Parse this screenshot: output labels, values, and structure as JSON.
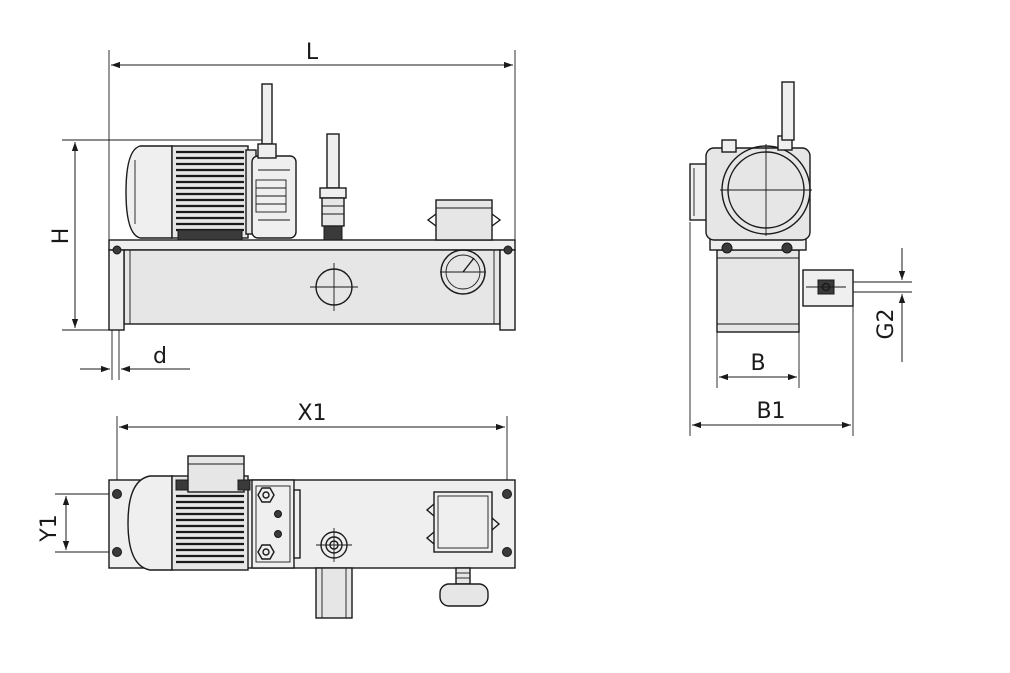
{
  "labels": {
    "L": "L",
    "H": "H",
    "d": "d",
    "X1": "X1",
    "Y1": "Y1",
    "B": "B",
    "B1": "B1",
    "G2": "G2"
  },
  "colors": {
    "line": "#1a1a1a",
    "body": "#e6e6e6",
    "background": "#ffffff"
  }
}
